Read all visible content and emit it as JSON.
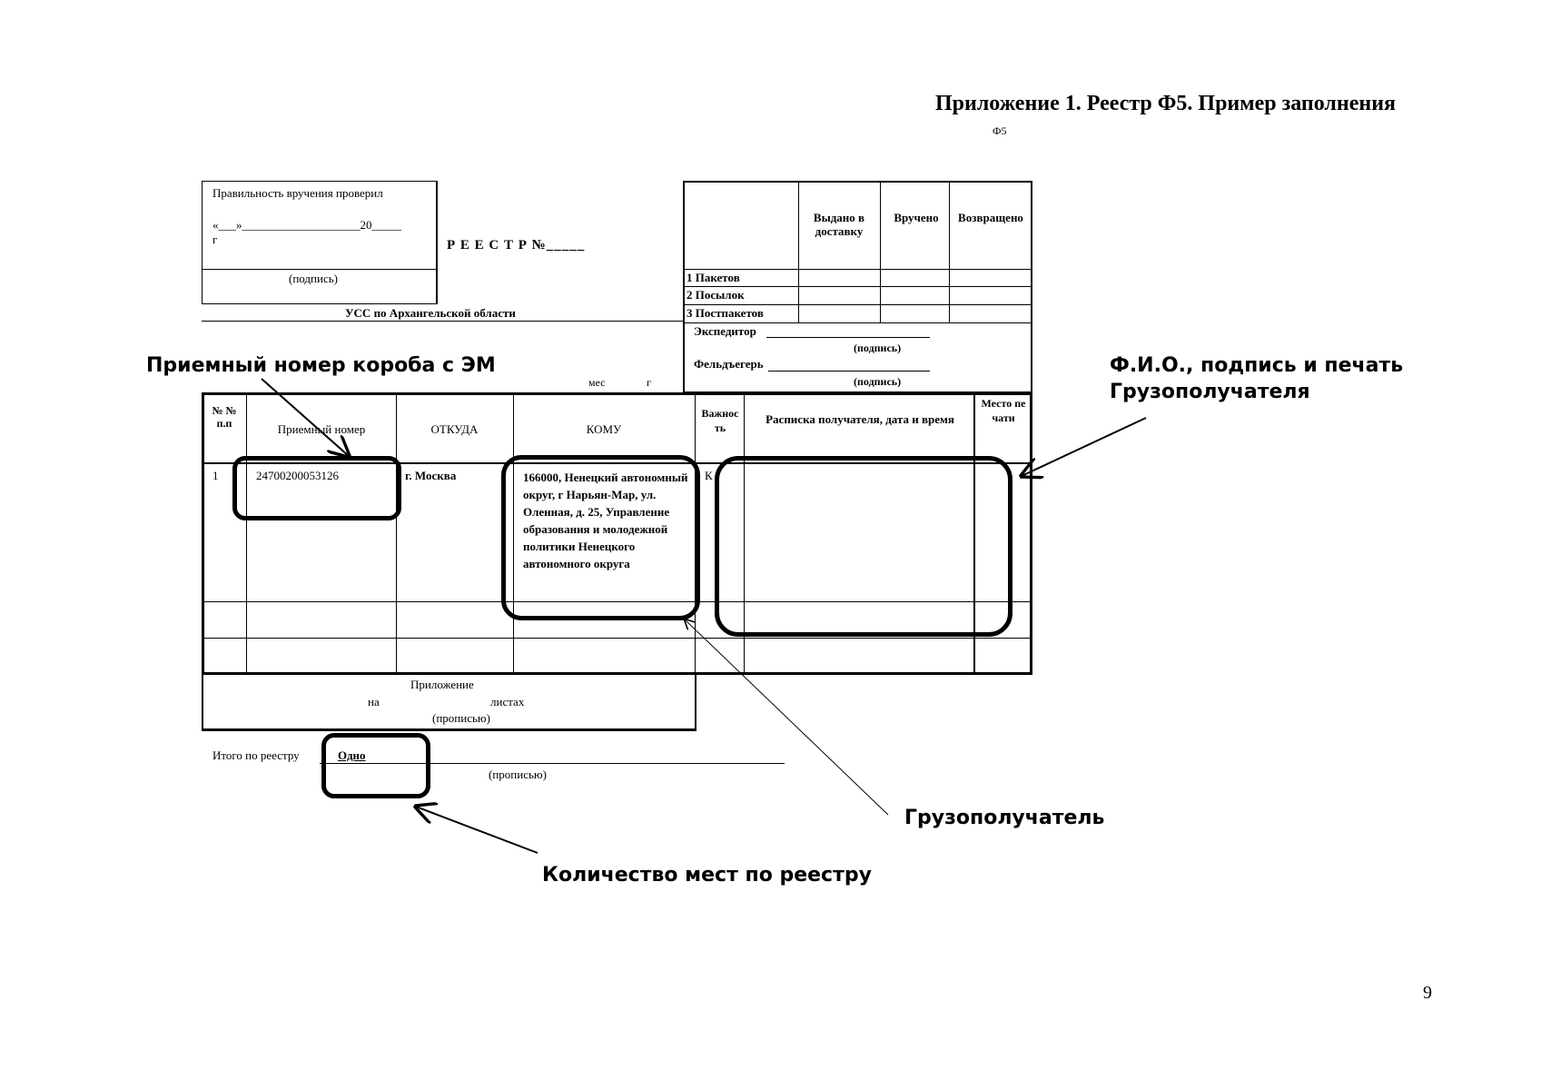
{
  "page": {
    "heading": "Приложение 1. Реестр Ф5. Пример заполнения",
    "form_code": "Ф5",
    "page_number": "9"
  },
  "top_left_box": {
    "line1": "Правильность вручения проверил",
    "date_line": "«___»____________________20_____",
    "g": "г",
    "signature": "(подпись)"
  },
  "registry_label": "Р Е Е С Т Р №_____",
  "org_line": "УСС по Архангельской области",
  "right_box": {
    "col_issued": "Выдано в доставку",
    "col_delivered": "Вручено",
    "col_returned": "Возвращено",
    "rows": [
      "1 Пакетов",
      "2 Посылок",
      "3 Постпакетов"
    ],
    "forwarder": "Экспедитор",
    "forwarder_sign": "(подпись)",
    "courier": "Фельдъегерь",
    "courier_sign": "(подпись)"
  },
  "month_line": {
    "mes": "мес",
    "g": "г"
  },
  "table": {
    "headers": {
      "num": "№ № п.п",
      "receipt": "Приемный номер",
      "from": "ОТКУДА",
      "to": "КОМУ",
      "importance": "Важность",
      "signature": "Расписка получателя, дата и время",
      "seal": "Место печати"
    },
    "row1": {
      "num": "1",
      "receipt": "24700200053126",
      "from": "г. Москва",
      "to": "166000, Ненецкий автономный округ, г Нарьян-Мар, ул. Оленная, д. 25, Управление образования и молодежной политики Ненецкого автономного округа",
      "importance": "К"
    }
  },
  "attachment": {
    "title": "Приложение",
    "na": "на",
    "sheets": "листах",
    "words": "(прописью)"
  },
  "total": {
    "label": "Итого по реестру",
    "value": "Одно",
    "words": "(прописью)"
  },
  "annotations": {
    "box_number": "Приемный номер короба с ЭМ",
    "recipient_sign": "Ф.И.О., подпись и печать Грузополучателя",
    "consignee": "Грузополучатель",
    "places_count": "Количество мест по реестру"
  }
}
